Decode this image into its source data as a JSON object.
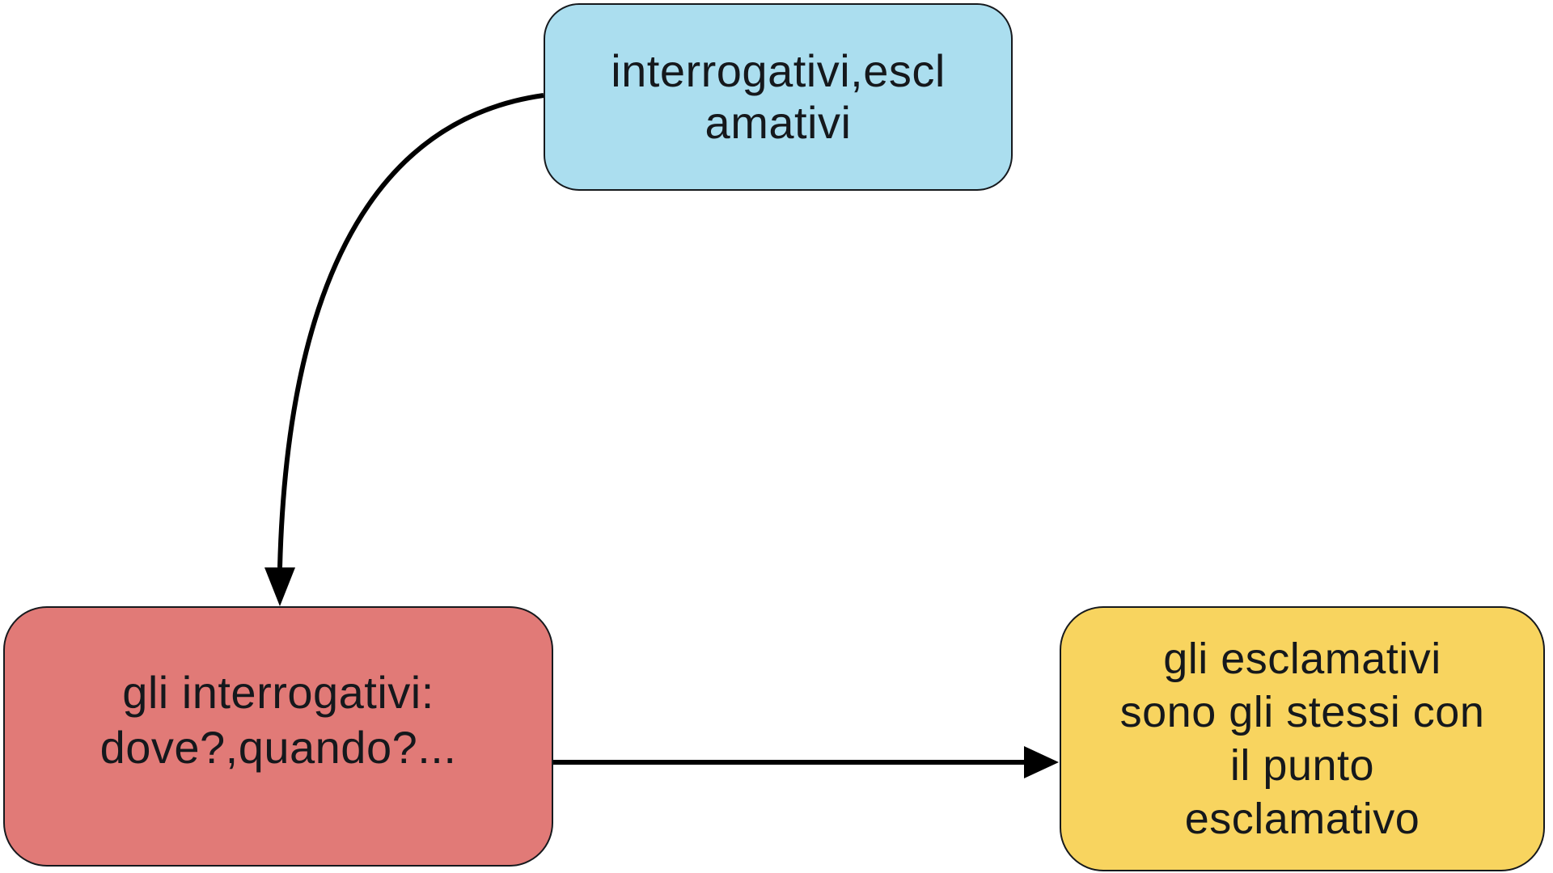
{
  "canvas": {
    "background": "#ffffff",
    "line_color": "#000000",
    "text_color": "#15181c",
    "border_color": "#16191d"
  },
  "nodes": [
    {
      "id": "topic",
      "label": "interrogativi,escl\namativi",
      "text": "interrogativi,esclamativi",
      "fill": "#abdeef",
      "border": "#16191d",
      "text_color": "#15181c"
    },
    {
      "id": "interrogativi",
      "label": "gli interrogativi:\ndove?,quando?...",
      "text": "gli interrogativi: dove?,quando?...",
      "fill": "#e17a77",
      "border": "#16191d",
      "text_color": "#15181c"
    },
    {
      "id": "esclamativi",
      "label": "gli esclamativi\nsono gli stessi con\nil punto\nesclamativo",
      "text": "gli esclamativi sono gli stessi con il punto esclamativo",
      "fill": "#f8d45f",
      "border": "#16191d",
      "text_color": "#15181c"
    }
  ],
  "edges": [
    {
      "from": "topic",
      "to": "interrogativi",
      "shape": "curved",
      "direction": "down",
      "color": "#000000"
    },
    {
      "from": "interrogativi",
      "to": "esclamativi",
      "shape": "straight",
      "direction": "right",
      "color": "#000000"
    }
  ]
}
